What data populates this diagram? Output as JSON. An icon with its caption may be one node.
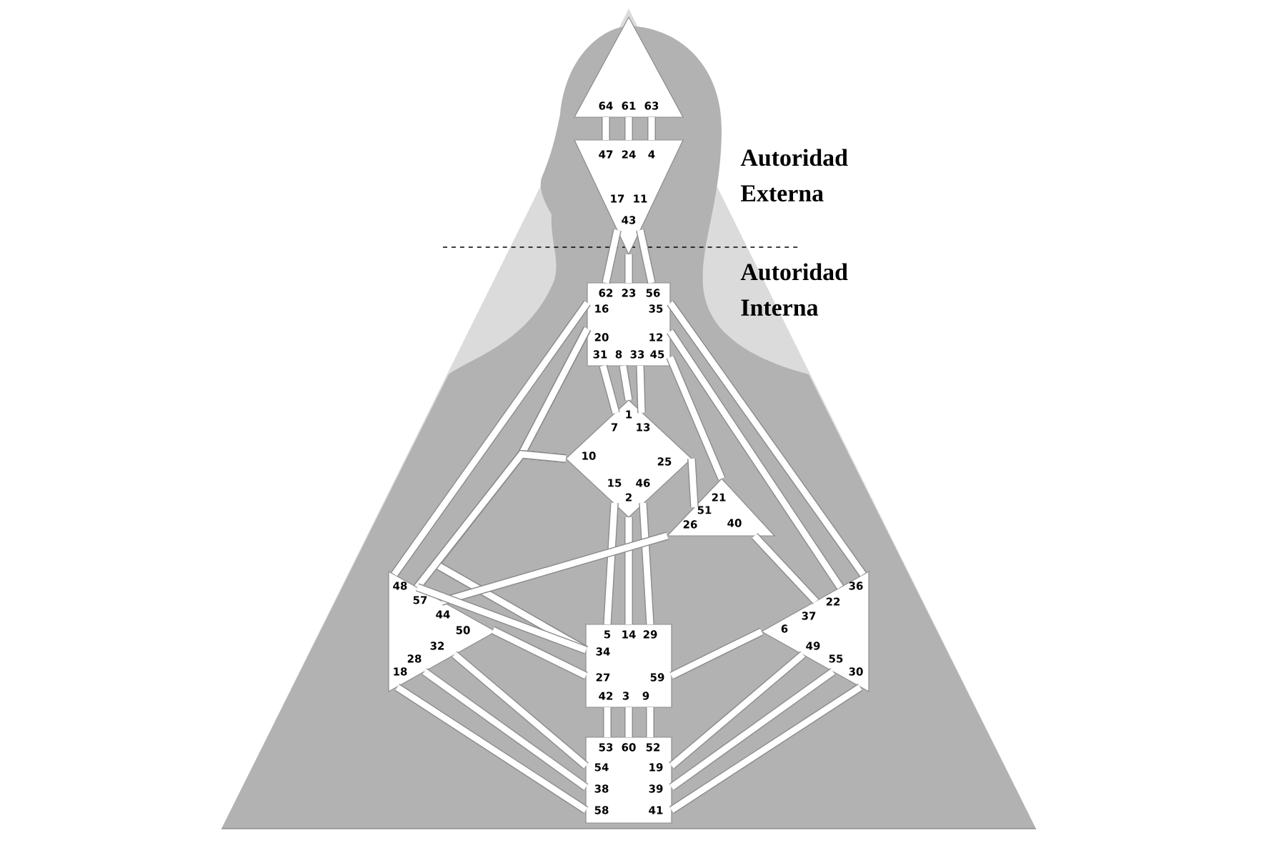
{
  "diagram": {
    "nodes": [
      {
        "text": [
          "64",
          "61",
          "63"
        ]
      },
      {
        "text": [
          "47",
          "24",
          "4",
          "17",
          "11",
          "43"
        ]
      },
      {
        "text": [
          "62",
          "23",
          "56",
          "16",
          "35",
          "20",
          "12",
          "31",
          "8",
          "33",
          "45"
        ]
      },
      {
        "text": [
          "1",
          "7",
          "13",
          "10",
          "25",
          "15",
          "46",
          "2"
        ]
      },
      {
        "text": [
          "21",
          "51",
          "26",
          "40"
        ]
      },
      {
        "text": [
          "48",
          "57",
          "44",
          "50",
          "32",
          "28",
          "18"
        ]
      },
      {
        "text": [
          "36",
          "22",
          "37",
          "6",
          "49",
          "55",
          "30"
        ]
      },
      {
        "text": [
          "5",
          "14",
          "29",
          "34",
          "27",
          "59",
          "42",
          "3",
          "9"
        ]
      },
      {
        "text": [
          "53",
          "60",
          "52",
          "54",
          "19",
          "38",
          "39",
          "58",
          "41"
        ]
      }
    ],
    "edges": [
      {
        "from": 0,
        "to": 1,
        "arrow": "none"
      },
      {
        "from": 0,
        "to": 1,
        "arrow": "none"
      },
      {
        "from": 0,
        "to": 1,
        "arrow": "none"
      },
      {
        "from": 1,
        "to": 2,
        "arrow": "none"
      },
      {
        "from": 1,
        "to": 2,
        "arrow": "none"
      },
      {
        "from": 1,
        "to": 2,
        "arrow": "none"
      },
      {
        "from": 2,
        "to": 5,
        "arrow": "none"
      },
      {
        "from": 2,
        "to": 5,
        "arrow": "none"
      },
      {
        "from": 2,
        "to": 7,
        "arrow": "none"
      },
      {
        "from": 2,
        "to": 4,
        "arrow": "none"
      },
      {
        "from": 2,
        "to": 6,
        "arrow": "none"
      },
      {
        "from": 2,
        "to": 6,
        "arrow": "none"
      },
      {
        "from": 2,
        "to": 3,
        "arrow": "none"
      },
      {
        "from": 2,
        "to": 3,
        "arrow": "none"
      },
      {
        "from": 2,
        "to": 3,
        "arrow": "none"
      },
      {
        "from": 2,
        "to": 3,
        "arrow": "none"
      },
      {
        "from": 3,
        "to": 7,
        "arrow": "none"
      },
      {
        "from": 3,
        "to": 7,
        "arrow": "none"
      },
      {
        "from": 3,
        "to": 7,
        "arrow": "none"
      },
      {
        "from": 3,
        "to": 7,
        "arrow": "none"
      },
      {
        "from": 3,
        "to": 5,
        "arrow": "none"
      },
      {
        "from": 3,
        "to": 4,
        "arrow": "none"
      },
      {
        "from": 4,
        "to": 5,
        "arrow": "none"
      },
      {
        "from": 4,
        "to": 6,
        "arrow": "none"
      },
      {
        "from": 7,
        "to": 5,
        "arrow": "none"
      },
      {
        "from": 7,
        "to": 5,
        "arrow": "none"
      },
      {
        "from": 7,
        "to": 6,
        "arrow": "none"
      },
      {
        "from": 7,
        "to": 8,
        "arrow": "none"
      },
      {
        "from": 7,
        "to": 8,
        "arrow": "none"
      },
      {
        "from": 7,
        "to": 8,
        "arrow": "none"
      },
      {
        "from": 5,
        "to": 8,
        "arrow": "none"
      },
      {
        "from": 5,
        "to": 8,
        "arrow": "none"
      },
      {
        "from": 5,
        "to": 8,
        "arrow": "none"
      },
      {
        "from": 6,
        "to": 8,
        "arrow": "none"
      },
      {
        "from": 6,
        "to": 8,
        "arrow": "none"
      },
      {
        "from": 6,
        "to": 8,
        "arrow": "none"
      }
    ],
    "labels": [
      "Autoridad Externa",
      "Autoridad Interna"
    ]
  }
}
